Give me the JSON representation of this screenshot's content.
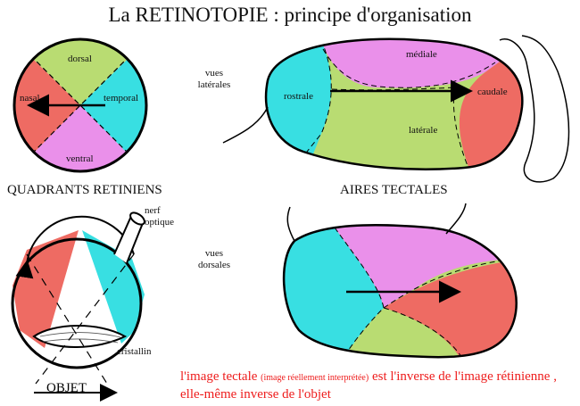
{
  "title": "La RETINOTOPIE : principe d'organisation",
  "views": {
    "lateral": [
      "vues",
      "latérales"
    ],
    "dorsal": [
      "vues",
      "dorsales"
    ]
  },
  "retina": {
    "heading": "QUADRANTS RETINIENS",
    "quadrants": {
      "dorsal": "dorsal",
      "nasal": "nasal",
      "temporal": "temporal",
      "ventral": "ventral"
    },
    "eye_labels": {
      "nerve": [
        "nerf",
        "optique"
      ],
      "lens": "cristallin",
      "object": "OBJET"
    }
  },
  "tectum": {
    "heading": "AIRES TECTALES",
    "areas": {
      "medial": "médiale",
      "rostral": "rostrale",
      "caudal": "caudale",
      "lateral": "latérale"
    }
  },
  "note": {
    "part1": "l'image tectale",
    "aside": "(image réellement interprétée)",
    "part2": "est l'inverse de l'image rétinienne , elle-même inverse de l'objet"
  },
  "colors": {
    "green": "#b9dc72",
    "pink": "#ea90ea",
    "cyan": "#38dfe2",
    "red": "#ee6b63",
    "note": "#ee1c1c"
  }
}
